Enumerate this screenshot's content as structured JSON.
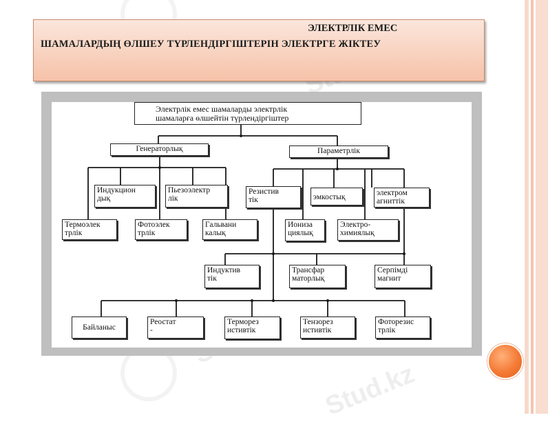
{
  "slide": {
    "title_line1": "ЭЛЕКТРЛІК ЕМЕС",
    "title_line2": "ШАМАЛАРДЫҢ ӨЛШЕУ ТҮРЛЕНДІРГІШТЕРІН ЭЛЕКТРГЕ ЖІКТЕУ"
  },
  "watermark": "Stud.kz",
  "diagram": {
    "root": "Электрлік емес шамаларды электрлік\nшамаларға өлшейтін түрлендіргіштер",
    "generator": "Генераторлық",
    "parametric": "Параметрлік",
    "induction": "Индукцион\nдық",
    "piezo": "Пьезоэлектр\nлік",
    "thermo": "Термоэлек\nтрлік",
    "photo": "Фотоэлек\nтрлік",
    "galvanic": "Гальвани\nкалық",
    "resistive": "Резистив\nтік",
    "capacitive": "эмкостық",
    "electromagnetic": "электром\nагниттік",
    "ionization": "Иониза\nциялық",
    "electrochemical": "Электро-\nхимиялық",
    "inductive": "Индуктив\nтік",
    "transformer": "Трансфар\nматорлық",
    "elastic": "Серпімді\nмагнит",
    "contact": "Байланыс",
    "rheostat": "Реостат\n-",
    "thermoresistive": "Терморез\nистивтік",
    "tensoresistive": "Тензорез\nистивтік",
    "photoresistive": "Фоторезис\nтрлік"
  }
}
